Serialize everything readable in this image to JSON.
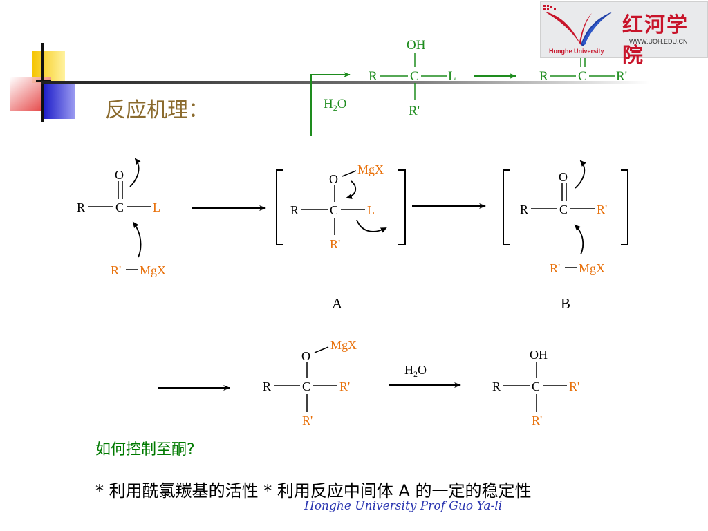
{
  "slide": {
    "title": "反应机理：",
    "question": "如何控制至酮?",
    "bottom_text": "* 利用酰氯羰基的活性 * 利用反应中间体 A 的一定的稳定性",
    "footer": "Honghe University Prof Guo Ya-li"
  },
  "logo": {
    "cn": "红河学院",
    "url": "WWW.UOH.EDU.CN",
    "en": "Honghe University"
  },
  "labels": {
    "O": "O",
    "OH": "OH",
    "C": "C",
    "R": "R",
    "Rp": "R'",
    "L": "L",
    "MgX": "MgX",
    "RpMgX": "R'",
    "H": "H",
    "two": "2",
    "Osub": "O",
    "A": "A",
    "B": "B"
  },
  "colors": {
    "orange": "#E8700A",
    "green": "#1E8C1E",
    "title": "#8B6B2E"
  }
}
